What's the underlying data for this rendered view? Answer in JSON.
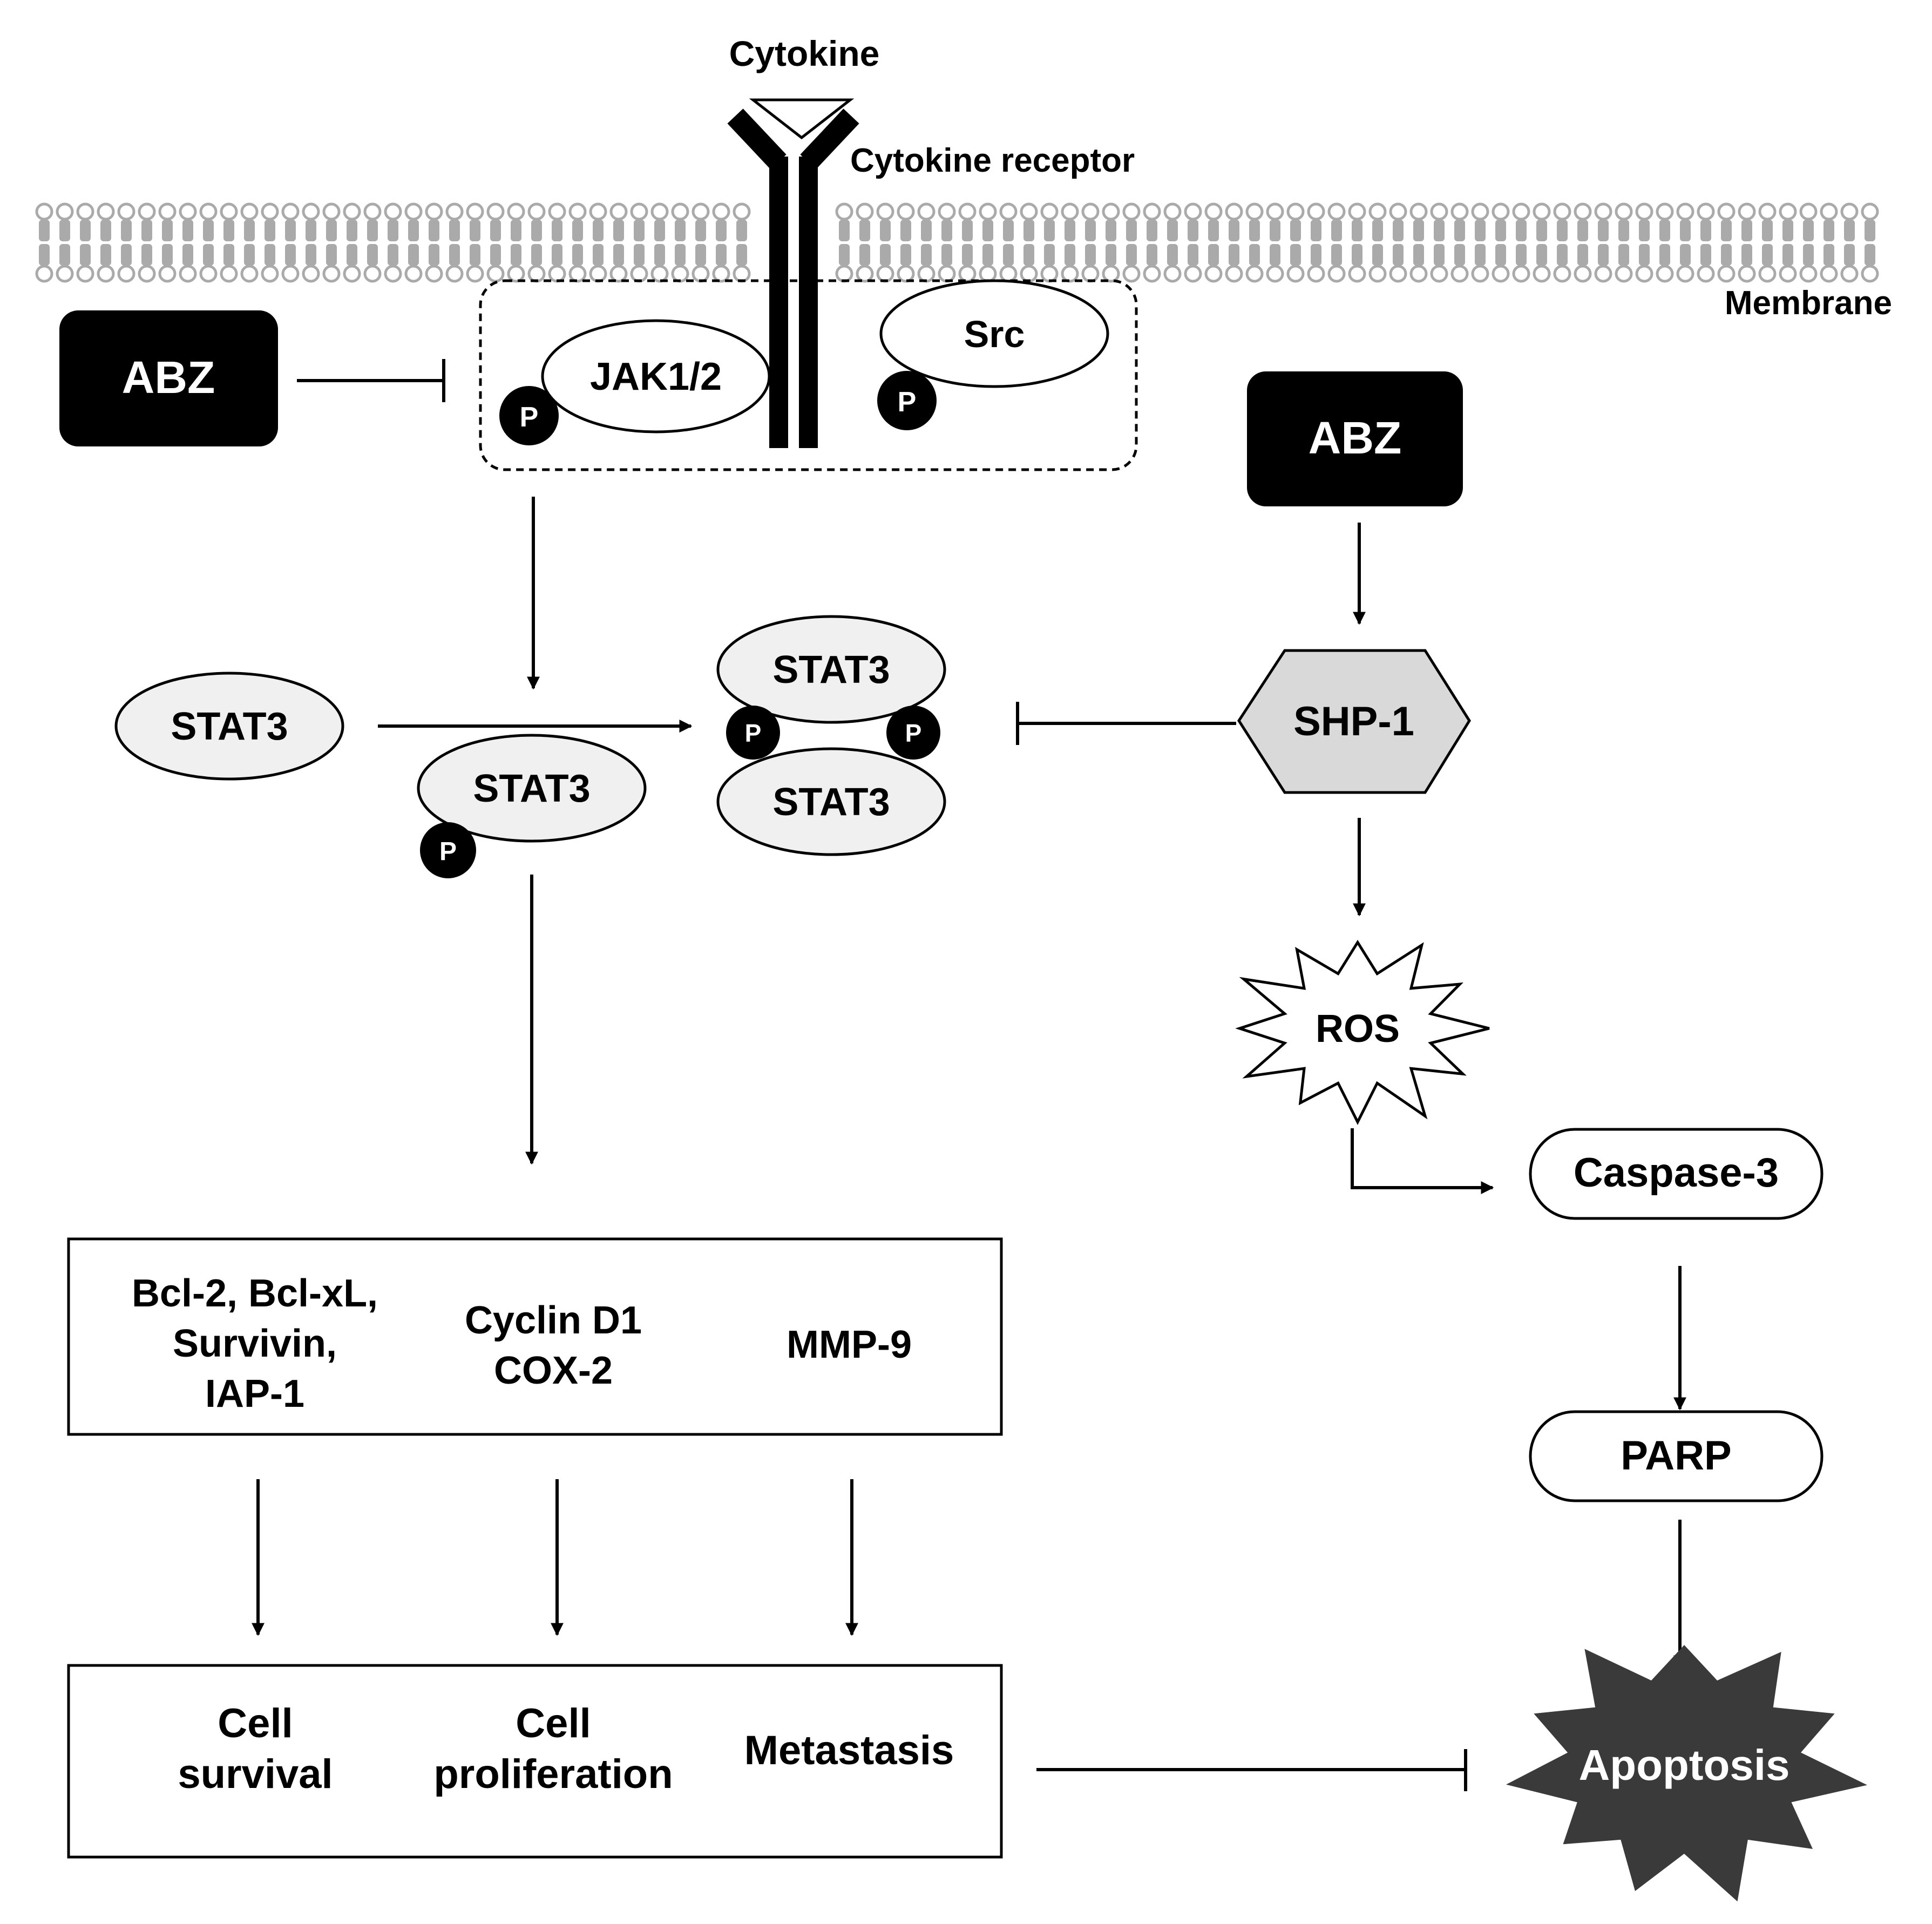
{
  "labels": {
    "cytokine": "Cytokine",
    "receptor": "Cytokine receptor",
    "membrane": "Membrane",
    "abz_left": "ABZ",
    "abz_right": "ABZ",
    "jak": "JAK1/2",
    "src": "Src",
    "p": "P",
    "stat3": "STAT3",
    "shp1": "SHP-1",
    "ros": "ROS",
    "caspase3": "Caspase-3",
    "parp": "PARP",
    "apoptosis": "Apoptosis",
    "targets": {
      "survival_line1": "Bcl-2, Bcl-xL,",
      "survival_line2": "Survivin,",
      "survival_line3": "IAP-1",
      "proliferation_line1": "Cyclin D1",
      "proliferation_line2": "COX-2",
      "metastasis": "MMP-9"
    },
    "outcomes": {
      "survival_line1": "Cell",
      "survival_line2": "survival",
      "proliferation_line1": "Cell",
      "proliferation_line2": "proliferation",
      "metastasis": "Metastasis"
    }
  },
  "colors": {
    "ink": "#000000",
    "node_fill_grey": "#f0f0f0",
    "shp1_fill": "#d9d9d9",
    "membrane_grey": "#aaaaaa",
    "apoptosis_fill": "#3a3a3a",
    "abz_fill": "#000000"
  }
}
